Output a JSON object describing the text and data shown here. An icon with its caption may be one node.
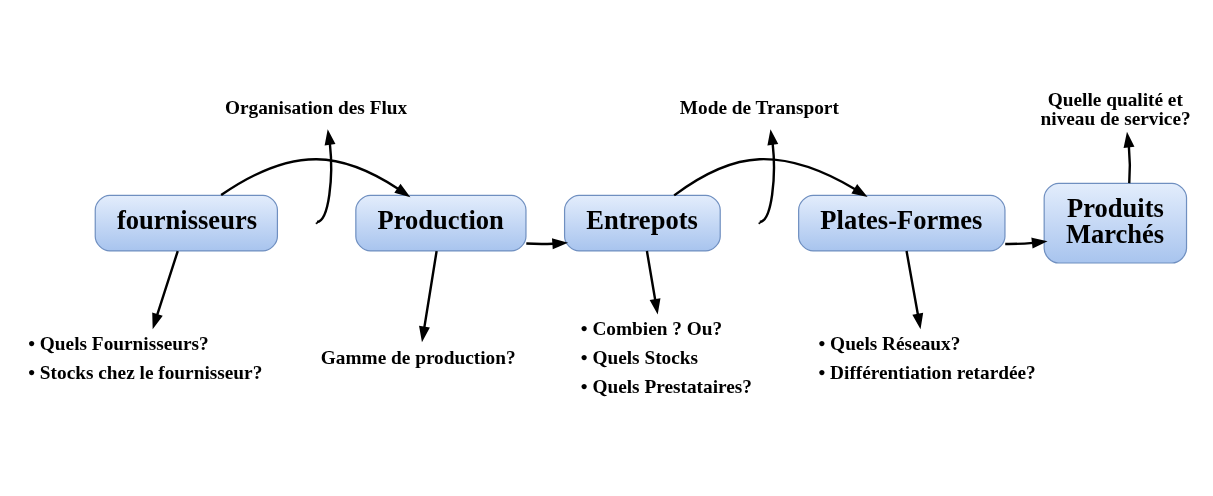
{
  "diagram": {
    "nodes": [
      {
        "text": [
          "fournisseurs"
        ]
      },
      {
        "text": [
          "Production"
        ]
      },
      {
        "text": [
          "Entrepots"
        ]
      },
      {
        "text": [
          "Plates-Formes"
        ]
      },
      {
        "text": [
          "Produits Marchés"
        ]
      },
      {
        "text": [
          "Organisation des Flux"
        ]
      },
      {
        "text": [
          "Mode de Transport"
        ]
      },
      {
        "text": [
          "Quelle qualité et niveau de service?"
        ]
      },
      {
        "text": [
          "• Quels Fournisseurs?",
          "• Stocks chez le fournisseur?"
        ]
      },
      {
        "text": [
          "Gamme de production?"
        ]
      },
      {
        "text": [
          "• Combien ? Ou?",
          "• Quels Stocks",
          "• Quels Prestataires?"
        ]
      },
      {
        "text": [
          "• Quels Réseaux?",
          "• Différentiation retardée?"
        ]
      }
    ],
    "edges": [
      {
        "from": 0,
        "to": 1,
        "arrow": "to"
      },
      {
        "from": 1,
        "to": 2,
        "arrow": "to"
      },
      {
        "from": 2,
        "to": 3,
        "arrow": "to"
      },
      {
        "from": 3,
        "to": 4,
        "arrow": "to"
      },
      {
        "from": null,
        "to": 5,
        "arrow": "to"
      },
      {
        "from": null,
        "to": 6,
        "arrow": "to"
      },
      {
        "from": 4,
        "to": 7,
        "arrow": "to"
      },
      {
        "from": 0,
        "to": 8,
        "arrow": "to"
      },
      {
        "from": 1,
        "to": 9,
        "arrow": "to"
      },
      {
        "from": 2,
        "to": 10,
        "arrow": "to"
      },
      {
        "from": 3,
        "to": 11,
        "arrow": "to"
      }
    ]
  }
}
